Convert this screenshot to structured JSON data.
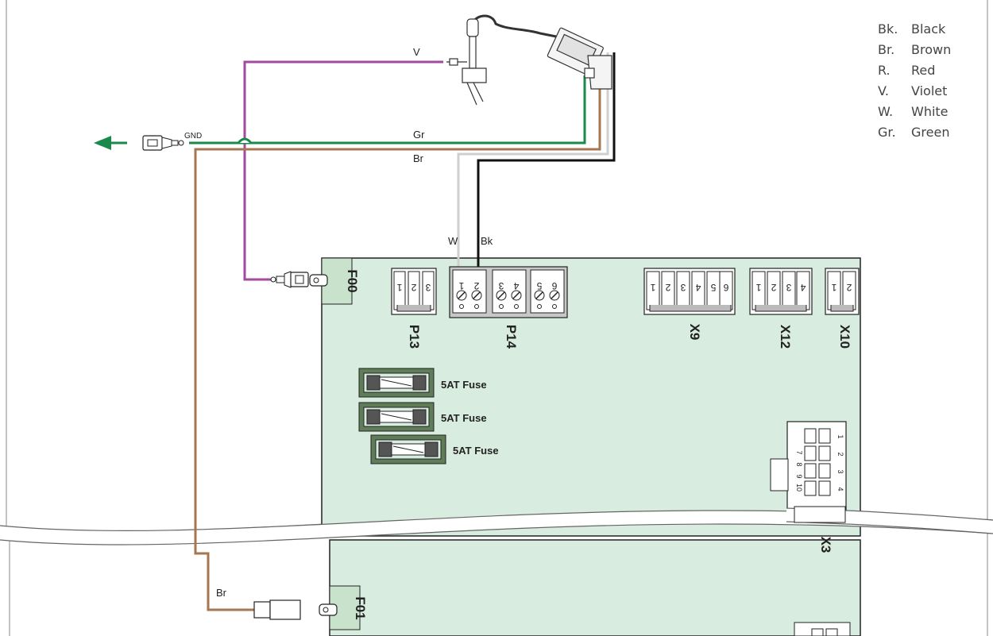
{
  "legend": [
    {
      "abbr": "Bk.",
      "name": "Black"
    },
    {
      "abbr": "Br.",
      "name": "Brown"
    },
    {
      "abbr": "R.",
      "name": "Red"
    },
    {
      "abbr": "V.",
      "name": "Violet"
    },
    {
      "abbr": "W.",
      "name": "White"
    },
    {
      "abbr": "Gr.",
      "name": "Green"
    }
  ],
  "wires": {
    "violet": "V",
    "green": "Gr",
    "brown_top": "Br",
    "white": "W",
    "black": "Bk",
    "brown_bottom": "Br",
    "gnd": "GND"
  },
  "connectors": {
    "p13": {
      "name": "P13",
      "pins": [
        "1",
        "2",
        "3"
      ]
    },
    "p14": {
      "name": "P14",
      "pins": [
        "1",
        "2",
        "3",
        "4",
        "5",
        "6"
      ]
    },
    "x9": {
      "name": "X9",
      "pins": [
        "1",
        "2",
        "3",
        "4",
        "5",
        "6"
      ]
    },
    "x12": {
      "name": "X12",
      "pins": [
        "1",
        "2",
        "3",
        "4"
      ]
    },
    "x10": {
      "name": "X10",
      "pins": [
        "1",
        "2"
      ]
    },
    "x3": {
      "name": "X3",
      "pins_left": [
        "7",
        "8",
        "9",
        "10"
      ],
      "pins_right": [
        "1",
        "2",
        "3",
        "4"
      ],
      "extra": "0"
    }
  },
  "terminals": {
    "f00": "F00",
    "f01": "F01"
  },
  "fuses": [
    "5AT Fuse",
    "5AT Fuse",
    "5AT Fuse"
  ],
  "colors": {
    "board": "#d9ece0",
    "violet": "#a24a9d",
    "green": "#1a8a4a",
    "brown": "#a67650",
    "white_wire": "#cfcfcf",
    "black": "#111111",
    "fuse_frame": "#5f7d58"
  }
}
